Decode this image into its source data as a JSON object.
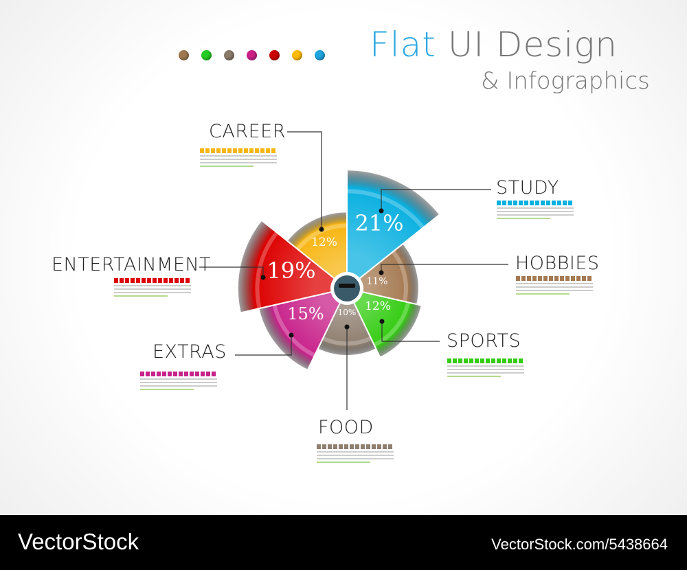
{
  "header": {
    "title_part1": "Flat",
    "title_part2": "UI  Design",
    "subtitle": "& Infographics"
  },
  "palette_dots": [
    "#a07850",
    "#22cc22",
    "#8a7a6a",
    "#cc2288",
    "#cc0000",
    "#ffbb00",
    "#1ea5e0"
  ],
  "chart_data": {
    "type": "polar-area",
    "categories": [
      "STUDY",
      "HOBBIES",
      "SPORTS",
      "FOOD",
      "EXTRAS",
      "ENTERTAINMENT",
      "CAREER"
    ],
    "values": [
      21,
      11,
      12,
      10,
      15,
      19,
      12
    ],
    "labels": [
      "21%",
      "11%",
      "12%",
      "10%",
      "15%",
      "19%",
      "12%"
    ],
    "colors": [
      "#0ab0e0",
      "#a57a52",
      "#33cc11",
      "#8f7f70",
      "#c8228a",
      "#dd0000",
      "#f7b511"
    ],
    "unit": "%"
  },
  "footer": {
    "brand": "VectorStock",
    "url": "VectorStock.com/5438664"
  }
}
